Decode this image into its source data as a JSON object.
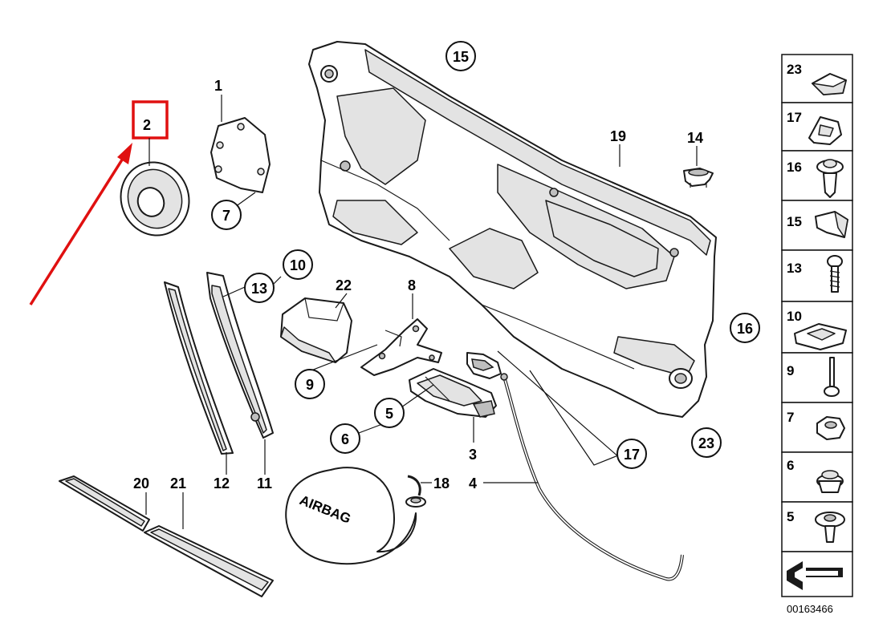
{
  "diagram_id": "00163466",
  "highlight": {
    "label": "2",
    "color": "#e01010"
  },
  "arrow_color": "#e01010",
  "callouts_plain": [
    "1",
    "2",
    "19",
    "14",
    "22",
    "8",
    "3",
    "4",
    "18",
    "20",
    "21",
    "12",
    "11"
  ],
  "callouts_circled": [
    "15",
    "7",
    "10",
    "13",
    "9",
    "5",
    "6",
    "16",
    "17",
    "23"
  ],
  "airbag_text": "AIRBAG",
  "legend": {
    "items": [
      {
        "label": "23",
        "icon": "cap-icon"
      },
      {
        "label": "17",
        "icon": "spring-clip-icon"
      },
      {
        "label": "16",
        "icon": "expanding-rivet-icon"
      },
      {
        "label": "15",
        "icon": "trim-clip-icon"
      },
      {
        "label": "13",
        "icon": "screw-icon"
      },
      {
        "label": "10",
        "icon": "clip-nut-icon"
      },
      {
        "label": "9",
        "icon": "rivet-icon"
      },
      {
        "label": "7",
        "icon": "hex-nut-icon"
      },
      {
        "label": "6",
        "icon": "plug-icon"
      },
      {
        "label": "5",
        "icon": "expansion-rivet-icon"
      }
    ]
  }
}
